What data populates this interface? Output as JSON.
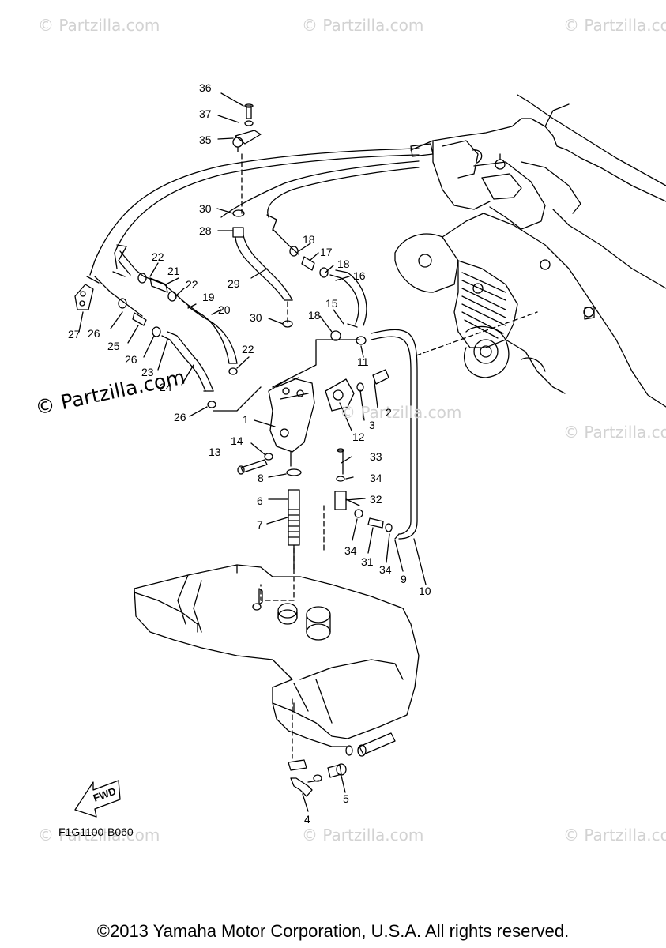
{
  "watermarks": [
    "© Partzilla.com"
  ],
  "watermark_main": "© Partzilla.com",
  "diagram_id": "F1G1100-B060",
  "fwd_label": "FWD",
  "copyright": "©2013 Yamaha Motor Corporation, U.S.A. All rights reserved.",
  "callouts": [
    "36",
    "37",
    "35",
    "30",
    "28",
    "29",
    "22",
    "21",
    "22",
    "19",
    "20",
    "26",
    "27",
    "25",
    "26",
    "23",
    "24",
    "22",
    "26",
    "18",
    "17",
    "18",
    "16",
    "15",
    "18",
    "30",
    "11",
    "2",
    "3",
    "12",
    "1",
    "14",
    "13",
    "8",
    "6",
    "7",
    "33",
    "34",
    "32",
    "34",
    "31",
    "34",
    "9",
    "10",
    "4",
    "5"
  ]
}
